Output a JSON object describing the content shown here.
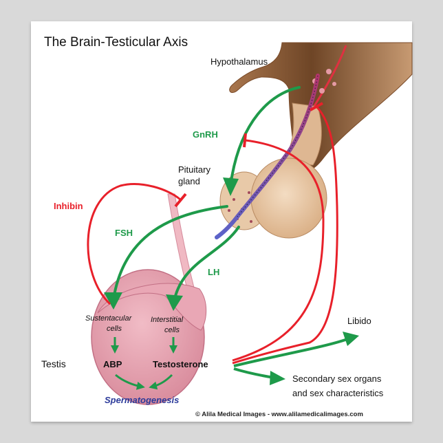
{
  "title": "The Brain-Testicular Axis",
  "labels": {
    "hypothalamus": "Hypothalamus",
    "gnrh": "GnRH",
    "pituitary_line1": "Pituitary",
    "pituitary_line2": "gland",
    "inhibin": "Inhibin",
    "fsh": "FSH",
    "lh": "LH",
    "sustentacular_line1": "Sustentacular",
    "sustentacular_line2": "cells",
    "interstitial_line1": "Interstitial",
    "interstitial_line2": "cells",
    "testis": "Testis",
    "abp": "ABP",
    "testosterone": "Testosterone",
    "spermatogenesis": "Spermatogenesis",
    "libido": "Libido",
    "secondary_line1": "Secondary sex organs",
    "secondary_line2": "and sex characteristics"
  },
  "credit": "© Alila Medical Images  -  www.alilamedicalimages.com",
  "colors": {
    "stimulation": "#1e9a4a",
    "inhibition": "#e8202a",
    "hormone_label_green": "#1e9a4a",
    "inhibin_label": "#e8202a",
    "spermatogenesis": "#2b3a9a",
    "testis_fill": "#e3a0ae",
    "pituitary_fill": "#e6c3a0"
  }
}
